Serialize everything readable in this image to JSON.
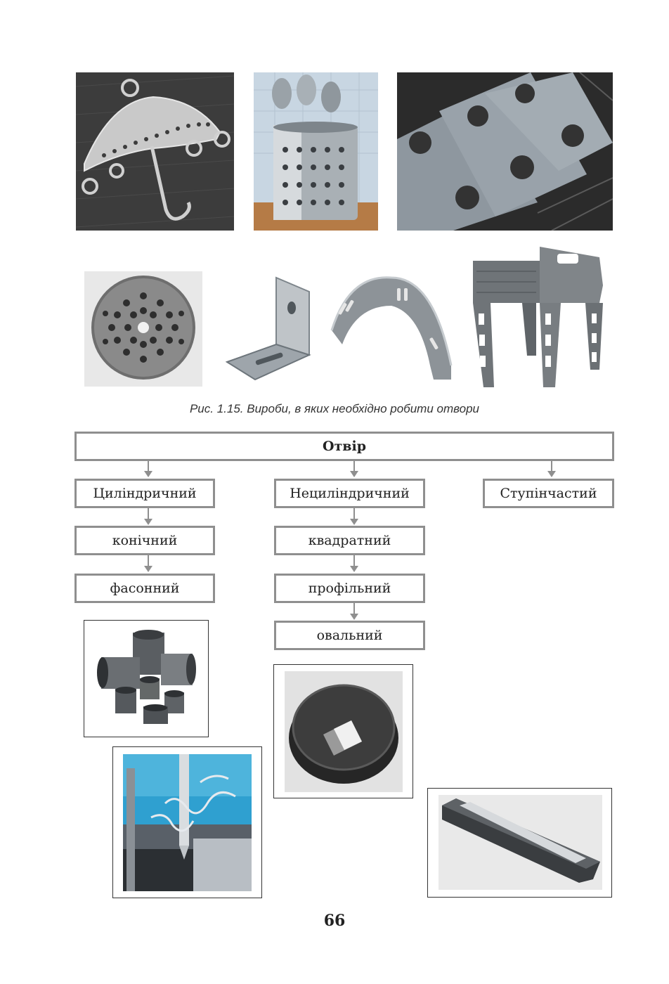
{
  "figure": {
    "caption": "Рис. 1.15. Вироби, в яких необхідно робити отвори"
  },
  "diagram": {
    "root": "Отвір",
    "columns": [
      {
        "items": [
          "Циліндричний",
          "конічний",
          "фасонний"
        ]
      },
      {
        "items": [
          "Нециліндричний",
          "квадратний",
          "профільний",
          "овальний"
        ]
      },
      {
        "items": [
          "Ступінчастий"
        ]
      }
    ]
  },
  "page": {
    "number": "66"
  },
  "colors": {
    "box_border": "#8f8f8f",
    "arrow": "#8f8f8f"
  }
}
